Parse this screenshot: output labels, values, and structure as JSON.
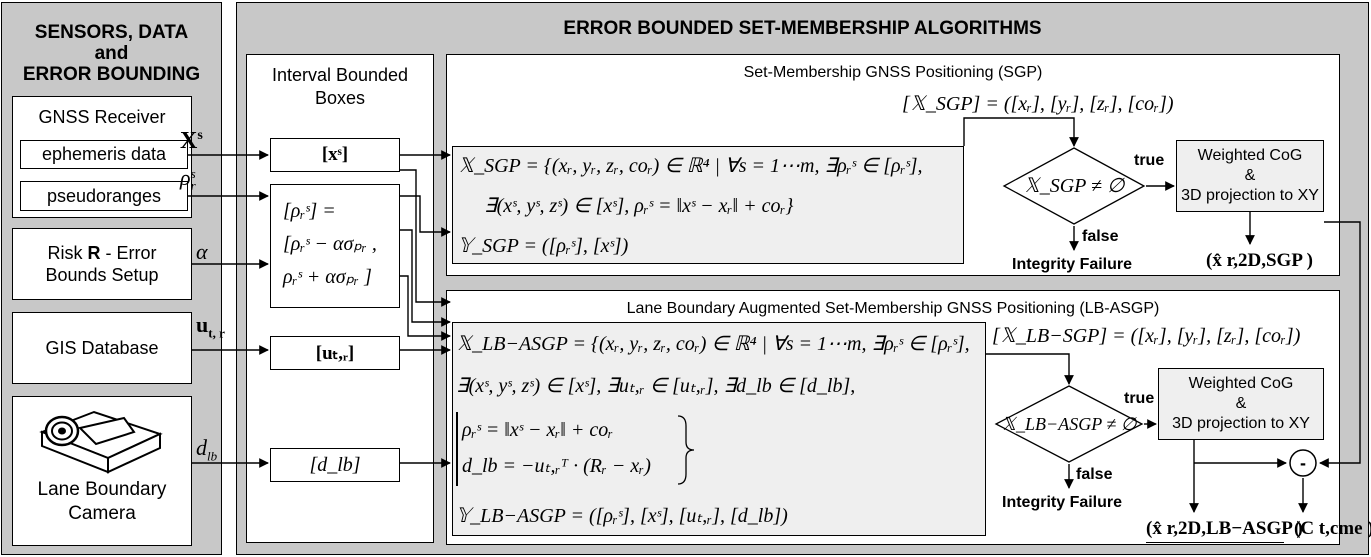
{
  "left": {
    "header_l1": "SENSORS, DATA",
    "header_l2": "and",
    "header_l3": "ERROR BOUNDING",
    "gnss_title": "GNSS Receiver",
    "ephemeris": "ephemeris data",
    "pseudoranges": "pseudoranges",
    "risk_l1a": "Risk ",
    "risk_l1b": "R",
    "risk_l1c": " - Error",
    "risk_l2": "Bounds Setup",
    "gis": "GIS Database",
    "camera_l1": "Lane Boundary",
    "camera_l2": "Camera"
  },
  "signals": {
    "xs": "X",
    "xs_sup": "s",
    "rho": "ρ",
    "rho_sup": "s",
    "rho_sub": "r",
    "alpha": "α",
    "u": "u",
    "u_sub": "t, r",
    "d": "d",
    "d_sub": "lb"
  },
  "main": {
    "header": "ERROR BOUNDED SET-MEMBERSHIP ALGORITHMS",
    "interval_l1": "Interval Bounded",
    "interval_l2": "Boxes",
    "ibox_xs": "[xˢ]",
    "ibox_rho_l1": "[ρᵣˢ] =",
    "ibox_rho_l2": "[ρᵣˢ − ασₚᵣ ,",
    "ibox_rho_l3": "ρᵣˢ + ασₚᵣ ]",
    "ibox_u": "[uₜ,ᵣ]",
    "ibox_d": "[d_lb]"
  },
  "sgp": {
    "title": "Set-Membership GNSS Positioning (SGP)",
    "eq1": "𝕏_SGP = {(xᵣ, yᵣ, zᵣ, coᵣ) ∈ ℝ⁴ | ∀s = 1⋯m, ∃ρᵣˢ ∈ [ρᵣˢ],",
    "eq2": "∃(xˢ, yˢ, zˢ) ∈ [xˢ], ρᵣˢ = ‖xˢ − xᵣ‖ + coᵣ}",
    "eq3": "𝕐_SGP = ([ρᵣˢ], [xˢ])",
    "output_set": "[𝕏_SGP] = ([xᵣ], [yᵣ], [zᵣ], [coᵣ])",
    "decision": "𝕏_SGP ≠ ∅",
    "true_label": "true",
    "false_label": "false",
    "failure": "Integrity Failure",
    "cog_l1": "Weighted CoG",
    "cog_l2": "&",
    "cog_l3": "3D projection to XY",
    "result": "(x̂ r,2D,SGP )"
  },
  "lb": {
    "title": "Lane Boundary Augmented Set-Membership GNSS Positioning (LB-ASGP)",
    "eq1": "𝕏_LB−ASGP = {(xᵣ, yᵣ, zᵣ, coᵣ) ∈ ℝ⁴ | ∀s = 1⋯m, ∃ρᵣˢ ∈ [ρᵣˢ],",
    "eq2": "∃(xˢ, yˢ, zˢ) ∈ [xˢ], ∃uₜ,ᵣ ∈ [uₜ,ᵣ], ∃d_lb ∈ [d_lb],",
    "eq3": "ρᵣˢ = ‖xˢ − xᵣ‖ + coᵣ",
    "eq4": "d_lb = −uₜ,ᵣᵀ · (Rᵣ − xᵣ)",
    "eq5": "𝕐_LB−ASGP = ([ρᵣˢ], [xˢ], [uₜ,ᵣ], [d_lb])",
    "output_set": "[𝕏_LB−SGP] = ([xᵣ], [yᵣ], [zᵣ], [coᵣ])",
    "decision": "𝕏_LB−ASGP ≠ ∅",
    "true_label": "true",
    "false_label": "false",
    "failure": "Integrity Failure",
    "cog_l1": "Weighted CoG",
    "cog_l2": "&",
    "cog_l3": "3D projection to XY",
    "minus": "-",
    "result1": "(x̂ r,2D,LB−ASGP )",
    "result2": "(C t,cme )"
  }
}
